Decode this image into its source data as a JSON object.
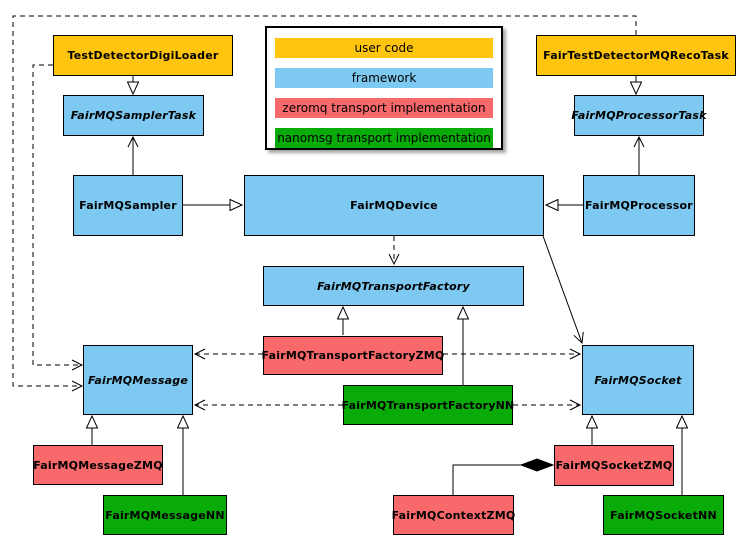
{
  "diagram": {
    "type": "uml_class_diagram",
    "background": "#ffffff",
    "colors": {
      "user_code": "#FFC40D",
      "framework": "#7EC9F1",
      "zeromq": "#F8696B",
      "nanomsg": "#09AB09",
      "edge": "#000000"
    },
    "legend": {
      "items": [
        {
          "label": "user code",
          "color": "#FFC40D"
        },
        {
          "label": "framework",
          "color": "#7EC9F1"
        },
        {
          "label": "zeromq transport implementation",
          "color": "#F8696B"
        },
        {
          "label": "nanomsg transport implementation",
          "color": "#09AB09"
        }
      ]
    },
    "nodes": [
      {
        "id": "TestDetectorDigiLoader",
        "label": "TestDetectorDigiLoader",
        "category": "user_code",
        "abstract": false
      },
      {
        "id": "FairTestDetectorMQRecoTask",
        "label": "FairTestDetectorMQRecoTask",
        "category": "user_code",
        "abstract": false
      },
      {
        "id": "FairMQSamplerTask",
        "label": "FairMQSamplerTask",
        "category": "framework",
        "abstract": true
      },
      {
        "id": "FairMQProcessorTask",
        "label": "FairMQProcessorTask",
        "category": "framework",
        "abstract": true
      },
      {
        "id": "FairMQSampler",
        "label": "FairMQSampler",
        "category": "framework",
        "abstract": false
      },
      {
        "id": "FairMQDevice",
        "label": "FairMQDevice",
        "category": "framework",
        "abstract": false
      },
      {
        "id": "FairMQProcessor",
        "label": "FairMQProcessor",
        "category": "framework",
        "abstract": false
      },
      {
        "id": "FairMQTransportFactory",
        "label": "FairMQTransportFactory",
        "category": "framework",
        "abstract": true
      },
      {
        "id": "FairMQTransportFactoryZMQ",
        "label": "FairMQTransportFactoryZMQ",
        "category": "zeromq",
        "abstract": false
      },
      {
        "id": "FairMQTransportFactoryNN",
        "label": "FairMQTransportFactoryNN",
        "category": "nanomsg",
        "abstract": false
      },
      {
        "id": "FairMQMessage",
        "label": "FairMQMessage",
        "category": "framework",
        "abstract": true
      },
      {
        "id": "FairMQSocket",
        "label": "FairMQSocket",
        "category": "framework",
        "abstract": true
      },
      {
        "id": "FairMQMessageZMQ",
        "label": "FairMQMessageZMQ",
        "category": "zeromq",
        "abstract": false
      },
      {
        "id": "FairMQMessageNN",
        "label": "FairMQMessageNN",
        "category": "nanomsg",
        "abstract": false
      },
      {
        "id": "FairMQSocketZMQ",
        "label": "FairMQSocketZMQ",
        "category": "zeromq",
        "abstract": false
      },
      {
        "id": "FairMQSocketNN",
        "label": "FairMQSocketNN",
        "category": "nanomsg",
        "abstract": false
      },
      {
        "id": "FairMQContextZMQ",
        "label": "FairMQContextZMQ",
        "category": "zeromq",
        "abstract": false
      }
    ],
    "edges": [
      {
        "from": "TestDetectorDigiLoader",
        "to": "FairMQSamplerTask",
        "type": "inheritance"
      },
      {
        "from": "FairTestDetectorMQRecoTask",
        "to": "FairMQProcessorTask",
        "type": "inheritance"
      },
      {
        "from": "FairMQSampler",
        "to": "FairMQDevice",
        "type": "inheritance"
      },
      {
        "from": "FairMQProcessor",
        "to": "FairMQDevice",
        "type": "inheritance"
      },
      {
        "from": "FairMQTransportFactoryZMQ",
        "to": "FairMQTransportFactory",
        "type": "inheritance"
      },
      {
        "from": "FairMQTransportFactoryNN",
        "to": "FairMQTransportFactory",
        "type": "inheritance"
      },
      {
        "from": "FairMQMessageZMQ",
        "to": "FairMQMessage",
        "type": "inheritance"
      },
      {
        "from": "FairMQMessageNN",
        "to": "FairMQMessage",
        "type": "inheritance"
      },
      {
        "from": "FairMQSocketZMQ",
        "to": "FairMQSocket",
        "type": "inheritance"
      },
      {
        "from": "FairMQSocketNN",
        "to": "FairMQSocket",
        "type": "inheritance"
      },
      {
        "from": "FairMQSampler",
        "to": "FairMQSamplerTask",
        "type": "association"
      },
      {
        "from": "FairMQProcessor",
        "to": "FairMQProcessorTask",
        "type": "association"
      },
      {
        "from": "FairMQDevice",
        "to": "FairMQSocket",
        "type": "association"
      },
      {
        "from": "FairMQDevice",
        "to": "FairMQTransportFactory",
        "type": "dependency"
      },
      {
        "from": "FairMQTransportFactoryZMQ",
        "to": "FairMQMessage",
        "type": "dependency"
      },
      {
        "from": "FairMQTransportFactoryZMQ",
        "to": "FairMQSocket",
        "type": "dependency"
      },
      {
        "from": "FairMQTransportFactoryNN",
        "to": "FairMQMessage",
        "type": "dependency"
      },
      {
        "from": "FairMQTransportFactoryNN",
        "to": "FairMQSocket",
        "type": "dependency"
      },
      {
        "from": "TestDetectorDigiLoader",
        "to": "FairMQMessage",
        "type": "dependency"
      },
      {
        "from": "FairTestDetectorMQRecoTask",
        "to": "FairMQMessage",
        "type": "dependency"
      },
      {
        "from": "FairMQSocketZMQ",
        "to": "FairMQContextZMQ",
        "type": "composition"
      }
    ]
  }
}
